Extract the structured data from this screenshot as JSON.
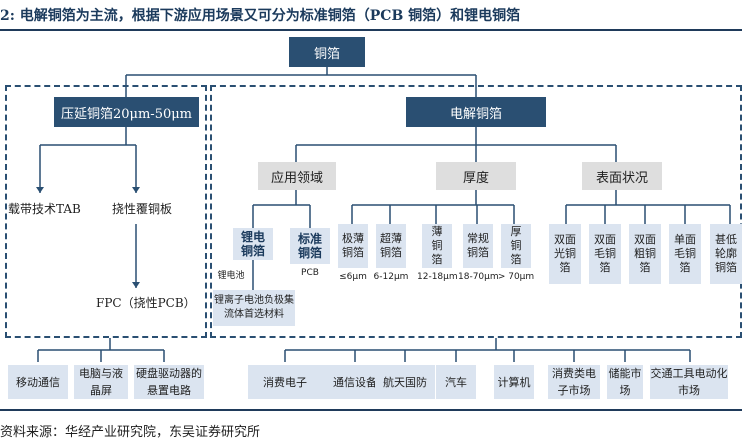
{
  "title": "2:  电解铜箔为主流，根据下游应用场景又可分为标准铜箔（PCB 铜箔）和锂电铜箔",
  "root": "铜箔",
  "rolled": {
    "label": "压延铜箔20μm-50μm",
    "children": [
      "载带技术TAB",
      "挠性覆铜板"
    ],
    "fpc": "FPC（挠性PCB）"
  },
  "electro": {
    "label": "电解铜箔",
    "categories": {
      "application": "应用领域",
      "thickness": "厚度",
      "surface": "表面状况"
    },
    "application_items": [
      {
        "label": "锂电铜箔",
        "caption": "锂电池"
      },
      {
        "label": "标准铜箔",
        "caption": "PCB"
      }
    ],
    "lithium_note": "锂离子电池负极集流体首选材料",
    "thickness_items": [
      {
        "label": "极薄铜箔",
        "caption": "≤6μm"
      },
      {
        "label": "超薄铜箔",
        "caption": "6-12μm"
      },
      {
        "label": "薄铜箔",
        "caption": "12-18μm"
      },
      {
        "label": "常规铜箔",
        "caption": "18-70μm"
      },
      {
        "label": "厚铜箔",
        "caption": "> 70μm"
      }
    ],
    "surface_items": [
      "双面光铜箔",
      "双面毛铜箔",
      "双面粗铜箔",
      "单面毛铜箔",
      "甚低轮廓铜箔"
    ]
  },
  "rolled_markets": [
    "移动通信",
    "电脑与液晶屏",
    "硬盘驱动器的悬置电路"
  ],
  "electro_markets": [
    "消费电子",
    "通信设备",
    "航天国防",
    "汽车",
    "计算机",
    "消费类电子市场",
    "储能市场",
    "交通工具电动化市场"
  ],
  "source": "资料来源：华经产业研究院，东吴证券研究所"
}
